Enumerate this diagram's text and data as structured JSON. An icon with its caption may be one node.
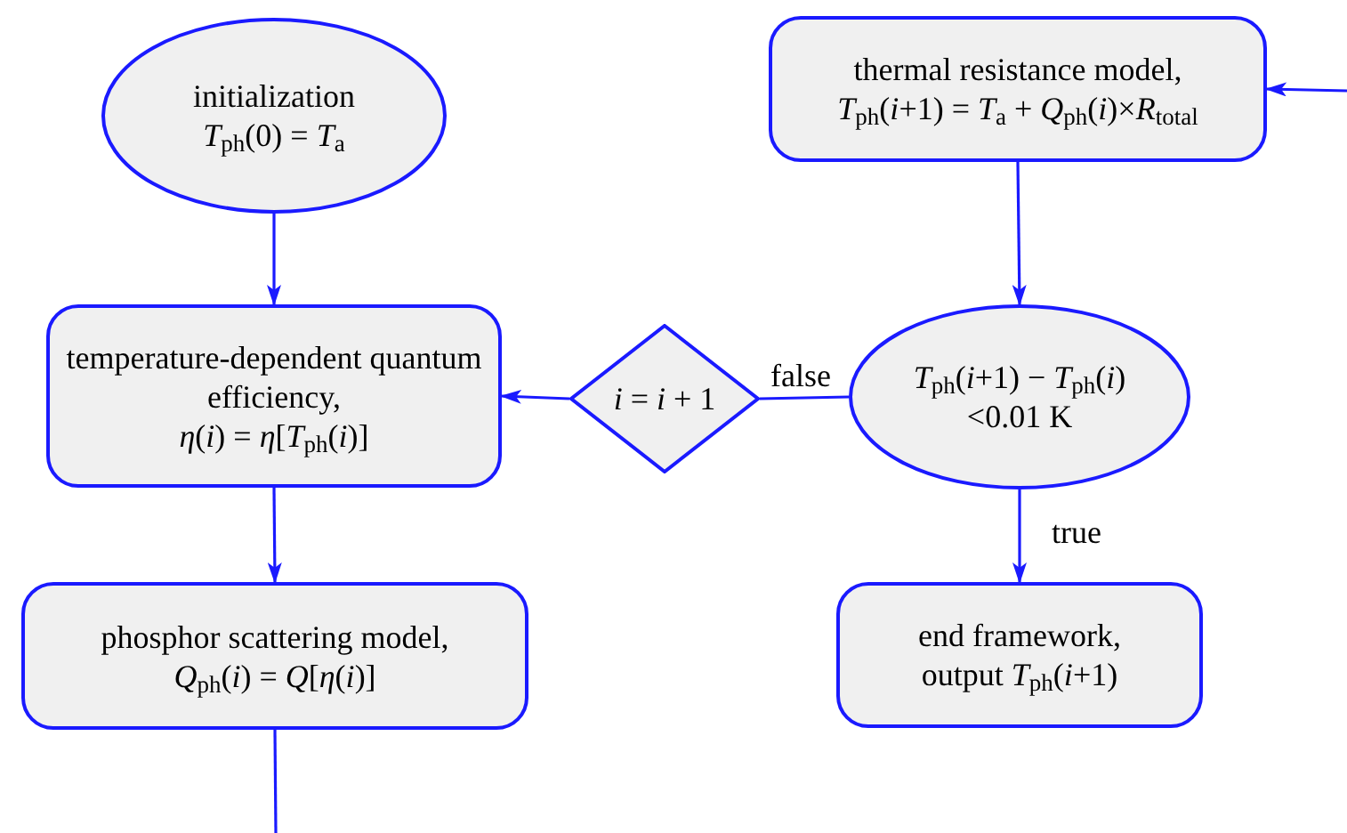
{
  "diagram": {
    "nodes": [
      {
        "text": [
          "initialization",
          "*T*$_{ph}$(0) = *T*$_{a}$"
        ]
      },
      {
        "text": [
          "thermal resistance model,",
          "*T*$_{ph}$(*i*+1) = *T*$_{a}$ + *Q*$_{ph}$(*i*)×*R*$_{total}$"
        ]
      },
      {
        "text": [
          "temperature-dependent quantum efficiency,",
          "*η*(*i*) = *η*[*T*$_{ph}$(*i*)]"
        ]
      },
      {
        "text": [
          "*i* = *i* + 1"
        ]
      },
      {
        "text": [
          "*T*$_{ph}$(*i*+1) − *T*$_{ph}$(*i*)",
          "<0.01 K"
        ]
      },
      {
        "text": [
          "phosphor scattering model,",
          "*Q*$_{ph}$(*i*) = *Q*[*η*(*i*)]"
        ]
      },
      {
        "text": [
          "end framework,",
          "output *T*$_{ph}$(*i*+1)"
        ]
      }
    ],
    "edges": [
      {
        "from": 0,
        "to": 2,
        "arrow": "to"
      },
      {
        "from": 1,
        "to": 4,
        "arrow": "to"
      },
      {
        "from": 4,
        "to": 3,
        "arrow": "none",
        "label": "false"
      },
      {
        "from": 3,
        "to": 2,
        "arrow": "to"
      },
      {
        "from": 2,
        "to": 5,
        "arrow": "to"
      },
      {
        "from": 4,
        "to": 6,
        "arrow": "to",
        "label": "true"
      },
      {
        "from": 5,
        "to": null,
        "arrow": "none"
      },
      {
        "from": null,
        "to": 1,
        "arrow": "to"
      }
    ]
  }
}
